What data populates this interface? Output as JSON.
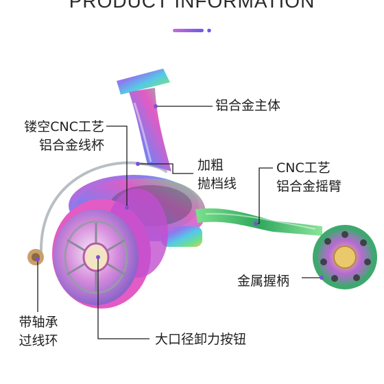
{
  "heading": "PRODUCT INFORMATION",
  "labels": {
    "body": "铝合金主体",
    "cup_line1": "镂空CNC工艺",
    "cup_line2": "铝合金线杯",
    "bail_line1": "加粗",
    "bail_line2": "抛档线",
    "arm_line1": "CNC工艺",
    "arm_line2": "铝合金摇臂",
    "handle_knob": "金属握柄",
    "roller_line1": "带轴承",
    "roller_line2": "过线环",
    "drag_knob": "大口径卸力按钮"
  },
  "colors": {
    "accent_purple": "#9b59d0",
    "callout_line": "#1a1a1a",
    "reel_pink": "#e35bc4",
    "reel_green": "#5fd38a",
    "reel_blue": "#6f86e8"
  }
}
